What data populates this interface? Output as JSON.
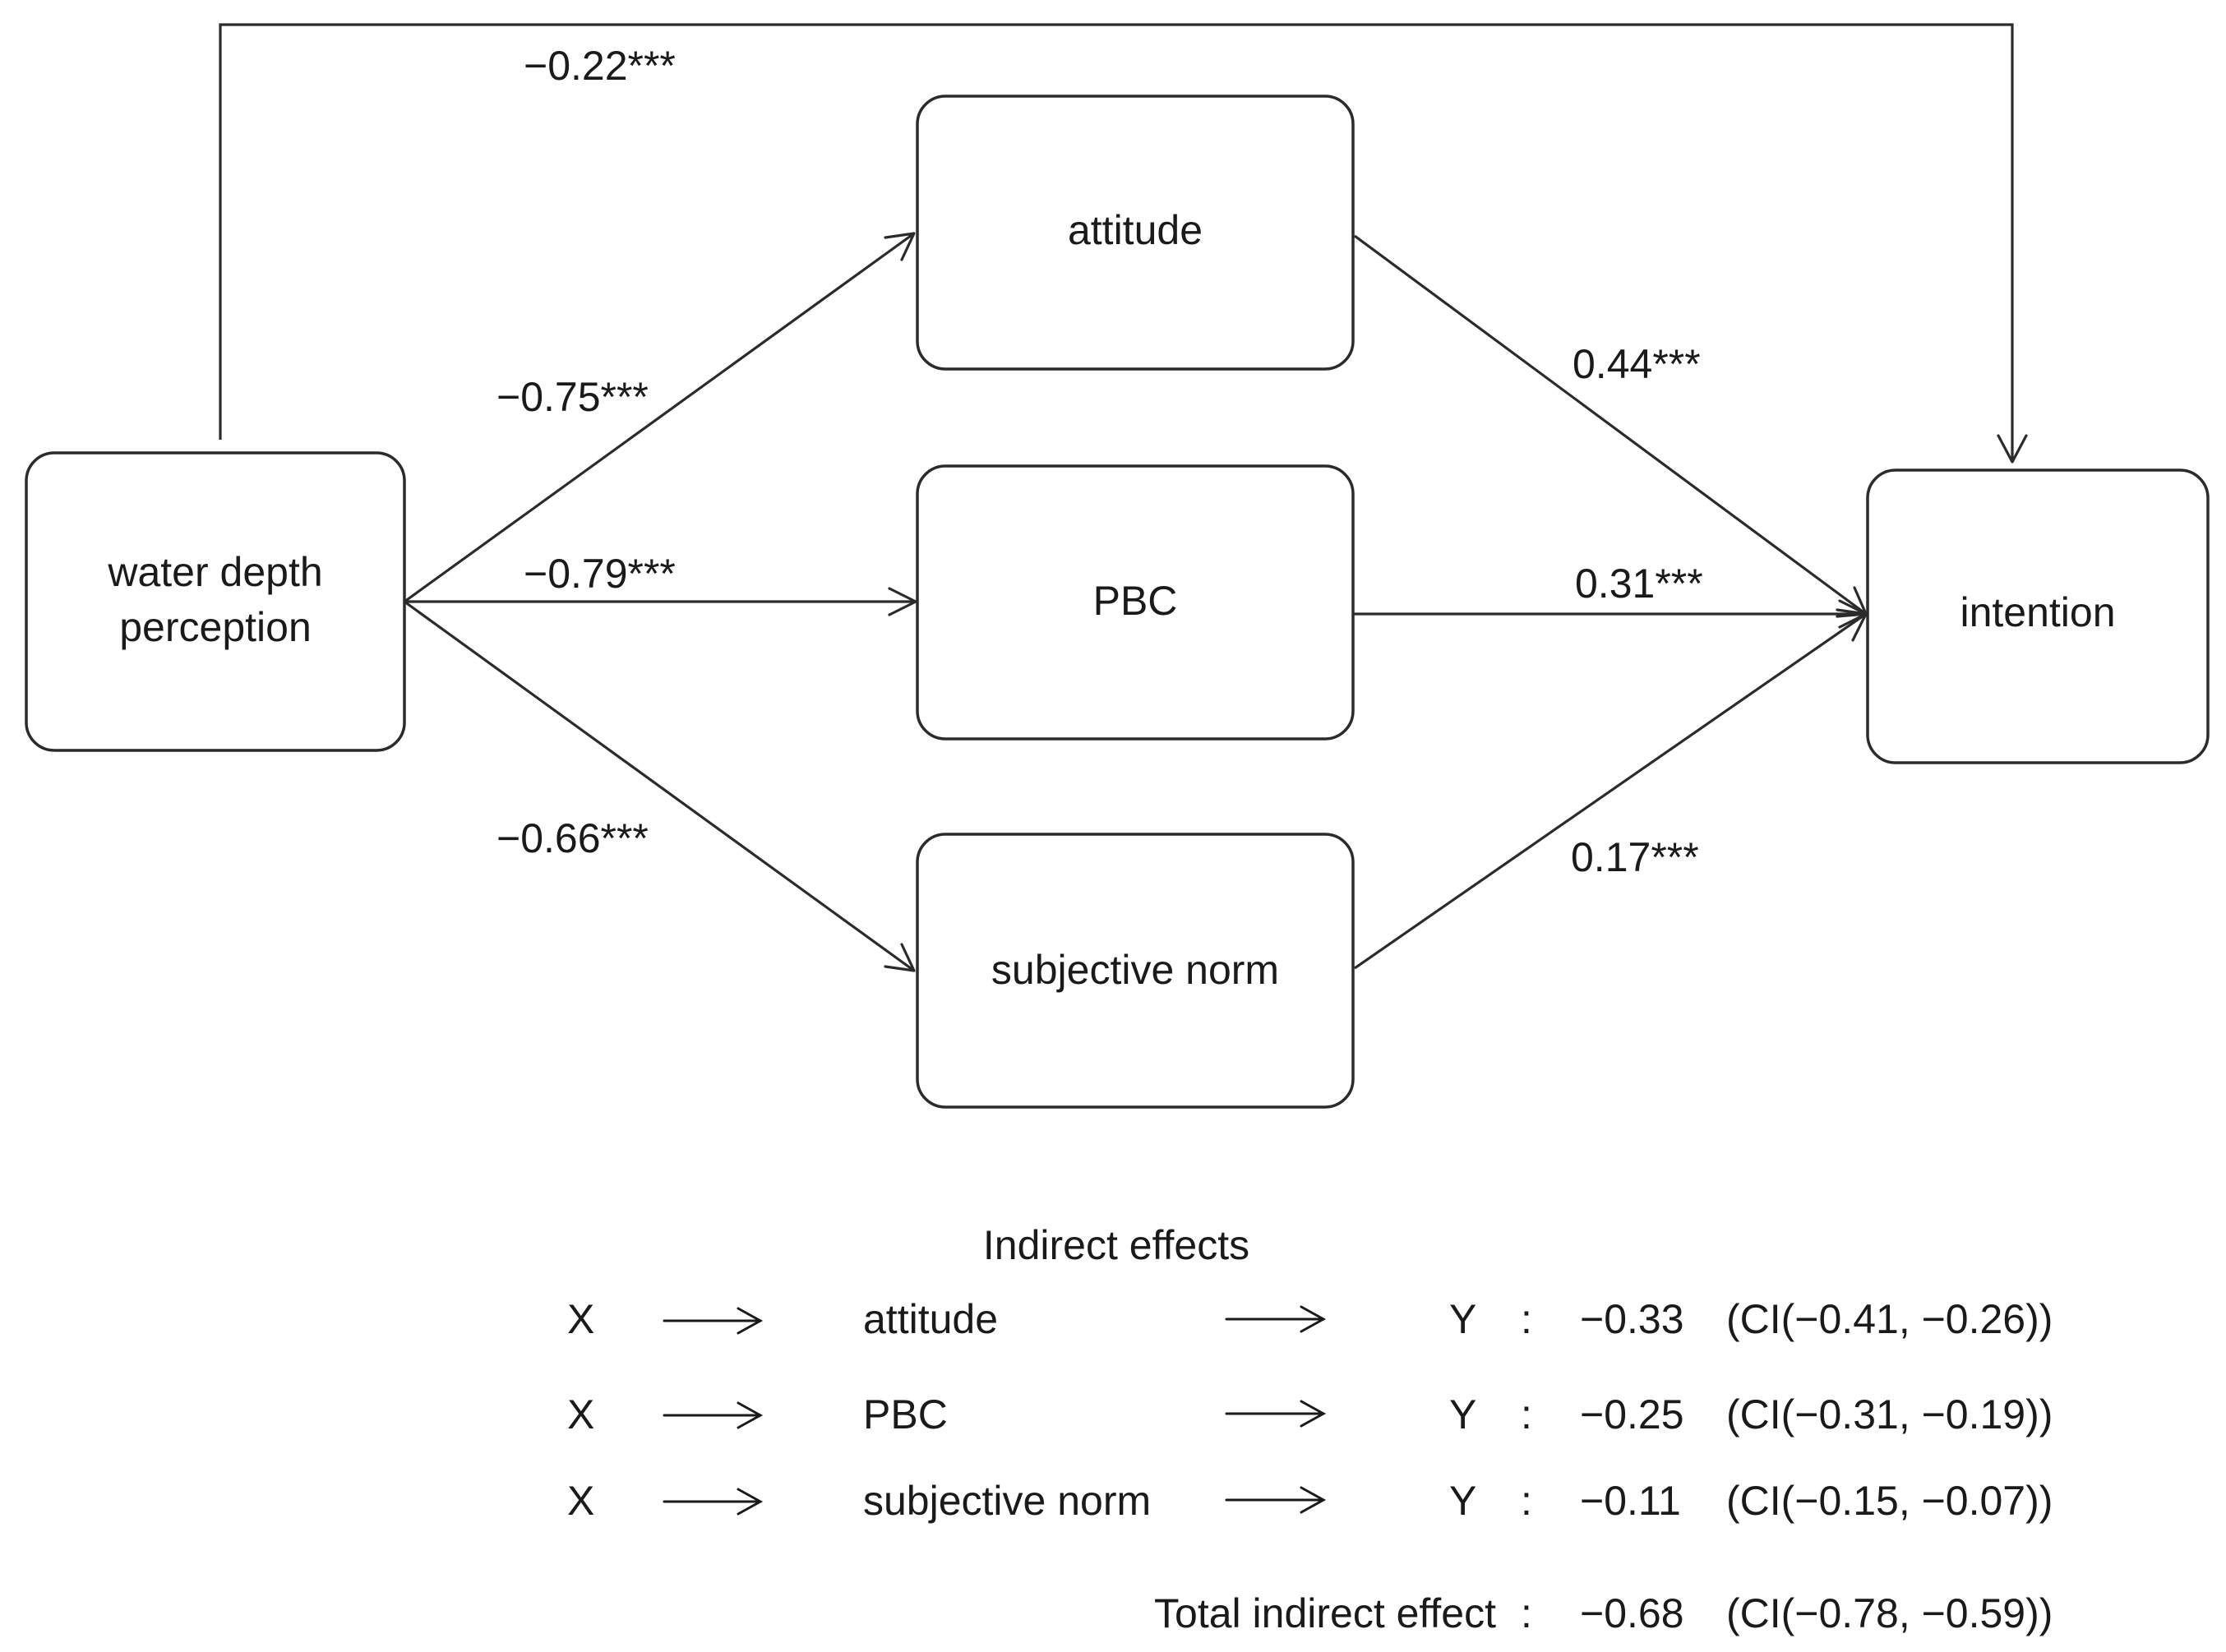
{
  "nodes": {
    "x_line1": "water depth",
    "x_line2": "perception",
    "attitude": "attitude",
    "pbc": "PBC",
    "norm": "subjective norm",
    "intention": "intention"
  },
  "paths": {
    "direct": "−0.22***",
    "x_attitude": "−0.75***",
    "x_pbc": "−0.79***",
    "x_norm": "−0.66***",
    "attitude_y": "0.44***",
    "pbc_y": "0.31***",
    "norm_y": "0.17***"
  },
  "indirect_effects": {
    "title": "Indirect effects",
    "rows": [
      {
        "x": "X",
        "mediator": "attitude",
        "y": "Y",
        "sep": ":",
        "estimate": "−0.33",
        "ci": "(CI(−0.41, −0.26))"
      },
      {
        "x": "X",
        "mediator": "PBC",
        "y": "Y",
        "sep": ":",
        "estimate": "−0.25",
        "ci": "(CI(−0.31, −0.19))"
      },
      {
        "x": "X",
        "mediator": "subjective norm",
        "y": "Y",
        "sep": ":",
        "estimate": "−0.11",
        "ci": "(CI(−0.15, −0.07))"
      }
    ],
    "total": {
      "label": "Total indirect effect",
      "sep": ":",
      "estimate": "−0.68",
      "ci": "(CI(−0.78, −0.59))"
    }
  }
}
